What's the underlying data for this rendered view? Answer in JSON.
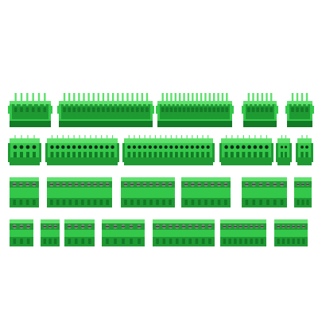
{
  "image": {
    "subject": "terminal-block-connectors",
    "colors": {
      "background": "#ffffff",
      "green": "#34c84a",
      "green_light": "#5ee06c",
      "green_dark": "#1f9a33",
      "green_shadow": "#137a26",
      "metal": "#8a9488",
      "hole": "#1b2a1d"
    }
  },
  "rows": [
    {
      "kind": "header",
      "items": [
        {
          "pins": 6
        },
        {
          "pins": 18
        },
        {
          "pins": 16
        },
        {
          "pins": 6
        },
        {
          "pins": 4
        }
      ]
    },
    {
      "kind": "plug",
      "items": [
        {
          "pins": 4
        },
        {
          "pins": 12
        },
        {
          "pins": 16
        },
        {
          "pins": 8
        },
        {
          "pins": 2
        },
        {
          "pins": 2
        }
      ]
    },
    {
      "kind": "screw",
      "items": [
        {
          "pins": 4
        },
        {
          "pins": 10
        },
        {
          "pins": 8
        },
        {
          "pins": 7
        },
        {
          "pins": 6
        },
        {
          "pins": 3
        }
      ]
    },
    {
      "kind": "screw_small",
      "items": [
        {
          "pins": 3
        },
        {
          "pins": 3
        },
        {
          "pins": 4
        },
        {
          "pins": 5
        },
        {
          "pins": 9
        },
        {
          "pins": 8
        },
        {
          "pins": 6
        }
      ]
    }
  ]
}
